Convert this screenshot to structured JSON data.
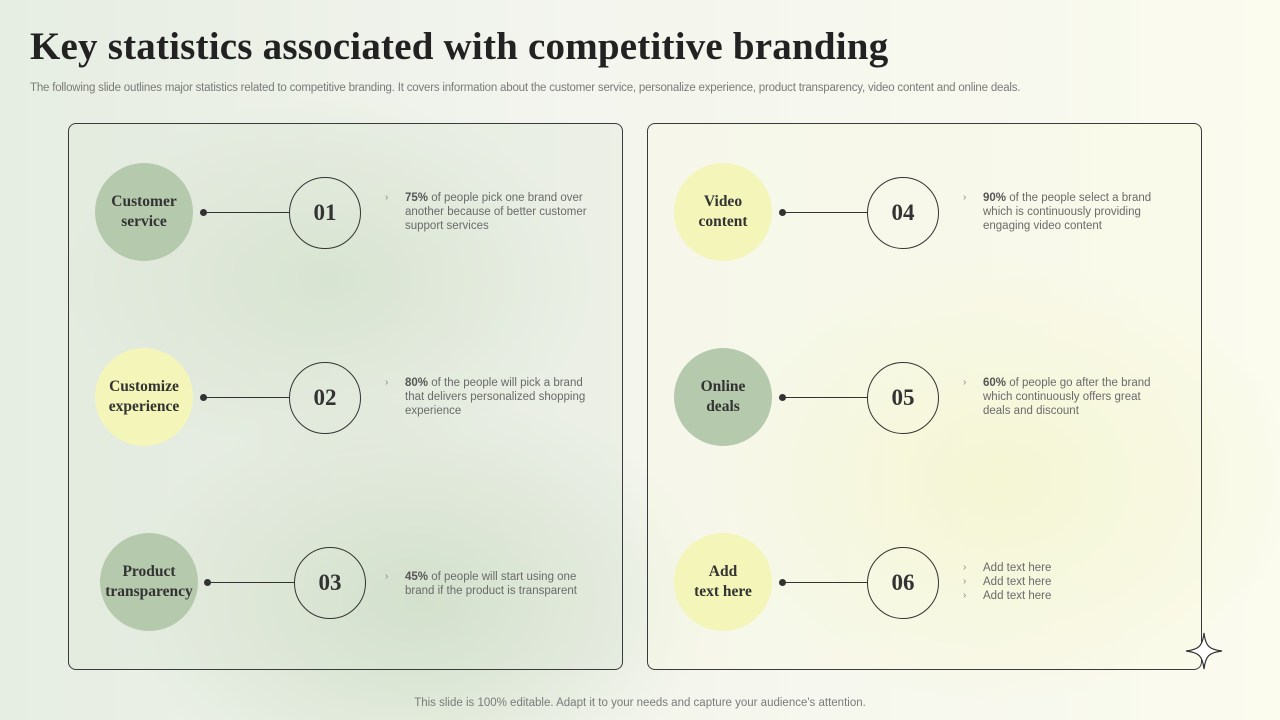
{
  "header": {
    "title": "Key statistics associated with competitive branding",
    "subtitle": "The following slide outlines major statistics related to competitive branding. It covers information about the customer service, personalize experience, product transparency, video content and online deals."
  },
  "colors": {
    "green_circle": "#b5c9ac",
    "yellow_circle": "#f4f5b8",
    "line": "#333333"
  },
  "left_panel": {
    "items": [
      {
        "label_line1": "Customer",
        "label_line2": "service",
        "number": "01",
        "stat": "75%",
        "text": " of people pick one brand over another because of better customer support services"
      },
      {
        "label_line1": "Customize",
        "label_line2": "experience",
        "number": "02",
        "stat": "80%",
        "text": " of the people will pick a brand that delivers personalized shopping experience"
      },
      {
        "label_line1": "Product",
        "label_line2": "transparency",
        "number": "03",
        "stat": "45%",
        "text": " of people will start using one brand if the product is transparent"
      }
    ]
  },
  "right_panel": {
    "items": [
      {
        "label_line1": "Video",
        "label_line2": "content",
        "number": "04",
        "stat": "90%",
        "text": " of the people select a brand which is continuously providing engaging video content"
      },
      {
        "label_line1": "Online",
        "label_line2": "deals",
        "number": "05",
        "stat": "60%",
        "text": " of people go after the brand which continuously offers great deals and discount"
      },
      {
        "label_line1": "Add",
        "label_line2": "text here",
        "number": "06",
        "bullets": [
          "Add text here",
          "Add text here",
          "Add text here"
        ]
      }
    ]
  },
  "bullet_glyph": "›",
  "footer": {
    "text": "This slide is 100% editable. Adapt it to your needs and capture your audience's attention."
  }
}
